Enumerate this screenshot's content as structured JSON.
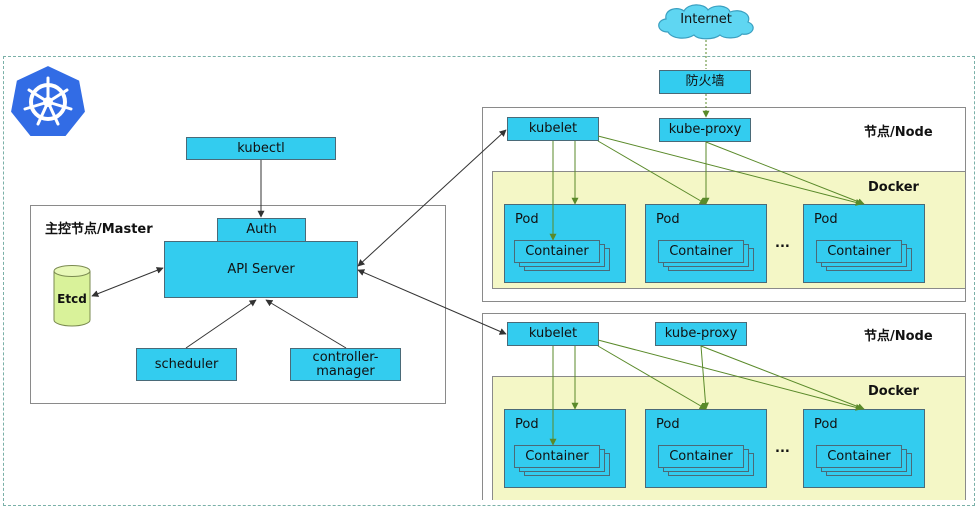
{
  "internet": "Internet",
  "firewall": "防火墙",
  "master": {
    "title": "主控节点/Master",
    "kubectl": "kubectl",
    "auth": "Auth",
    "api_server": "API Server",
    "etcd": "Etcd",
    "scheduler": "scheduler",
    "controller_manager": "controller-\nmanager"
  },
  "nodes": [
    {
      "title": "节点/Node",
      "kubelet": "kubelet",
      "kube_proxy": "kube-proxy",
      "docker": "Docker",
      "pods": [
        {
          "label": "Pod",
          "container": "Container"
        },
        {
          "label": "Pod",
          "container": "Container"
        },
        {
          "label": "Pod",
          "container": "Container"
        }
      ],
      "ellipsis": "..."
    },
    {
      "title": "节点/Node",
      "kubelet": "kubelet",
      "kube_proxy": "kube-proxy",
      "docker": "Docker",
      "pods": [
        {
          "label": "Pod",
          "container": "Container"
        },
        {
          "label": "Pod",
          "container": "Container"
        },
        {
          "label": "Pod",
          "container": "Container"
        }
      ],
      "ellipsis": "..."
    }
  ],
  "colors": {
    "component": "#33ccef",
    "docker_bg": "#f4f7c6",
    "etcd": "#d9f29a",
    "logo": "#326ce5",
    "arrow_green": "#5a8a2a"
  }
}
